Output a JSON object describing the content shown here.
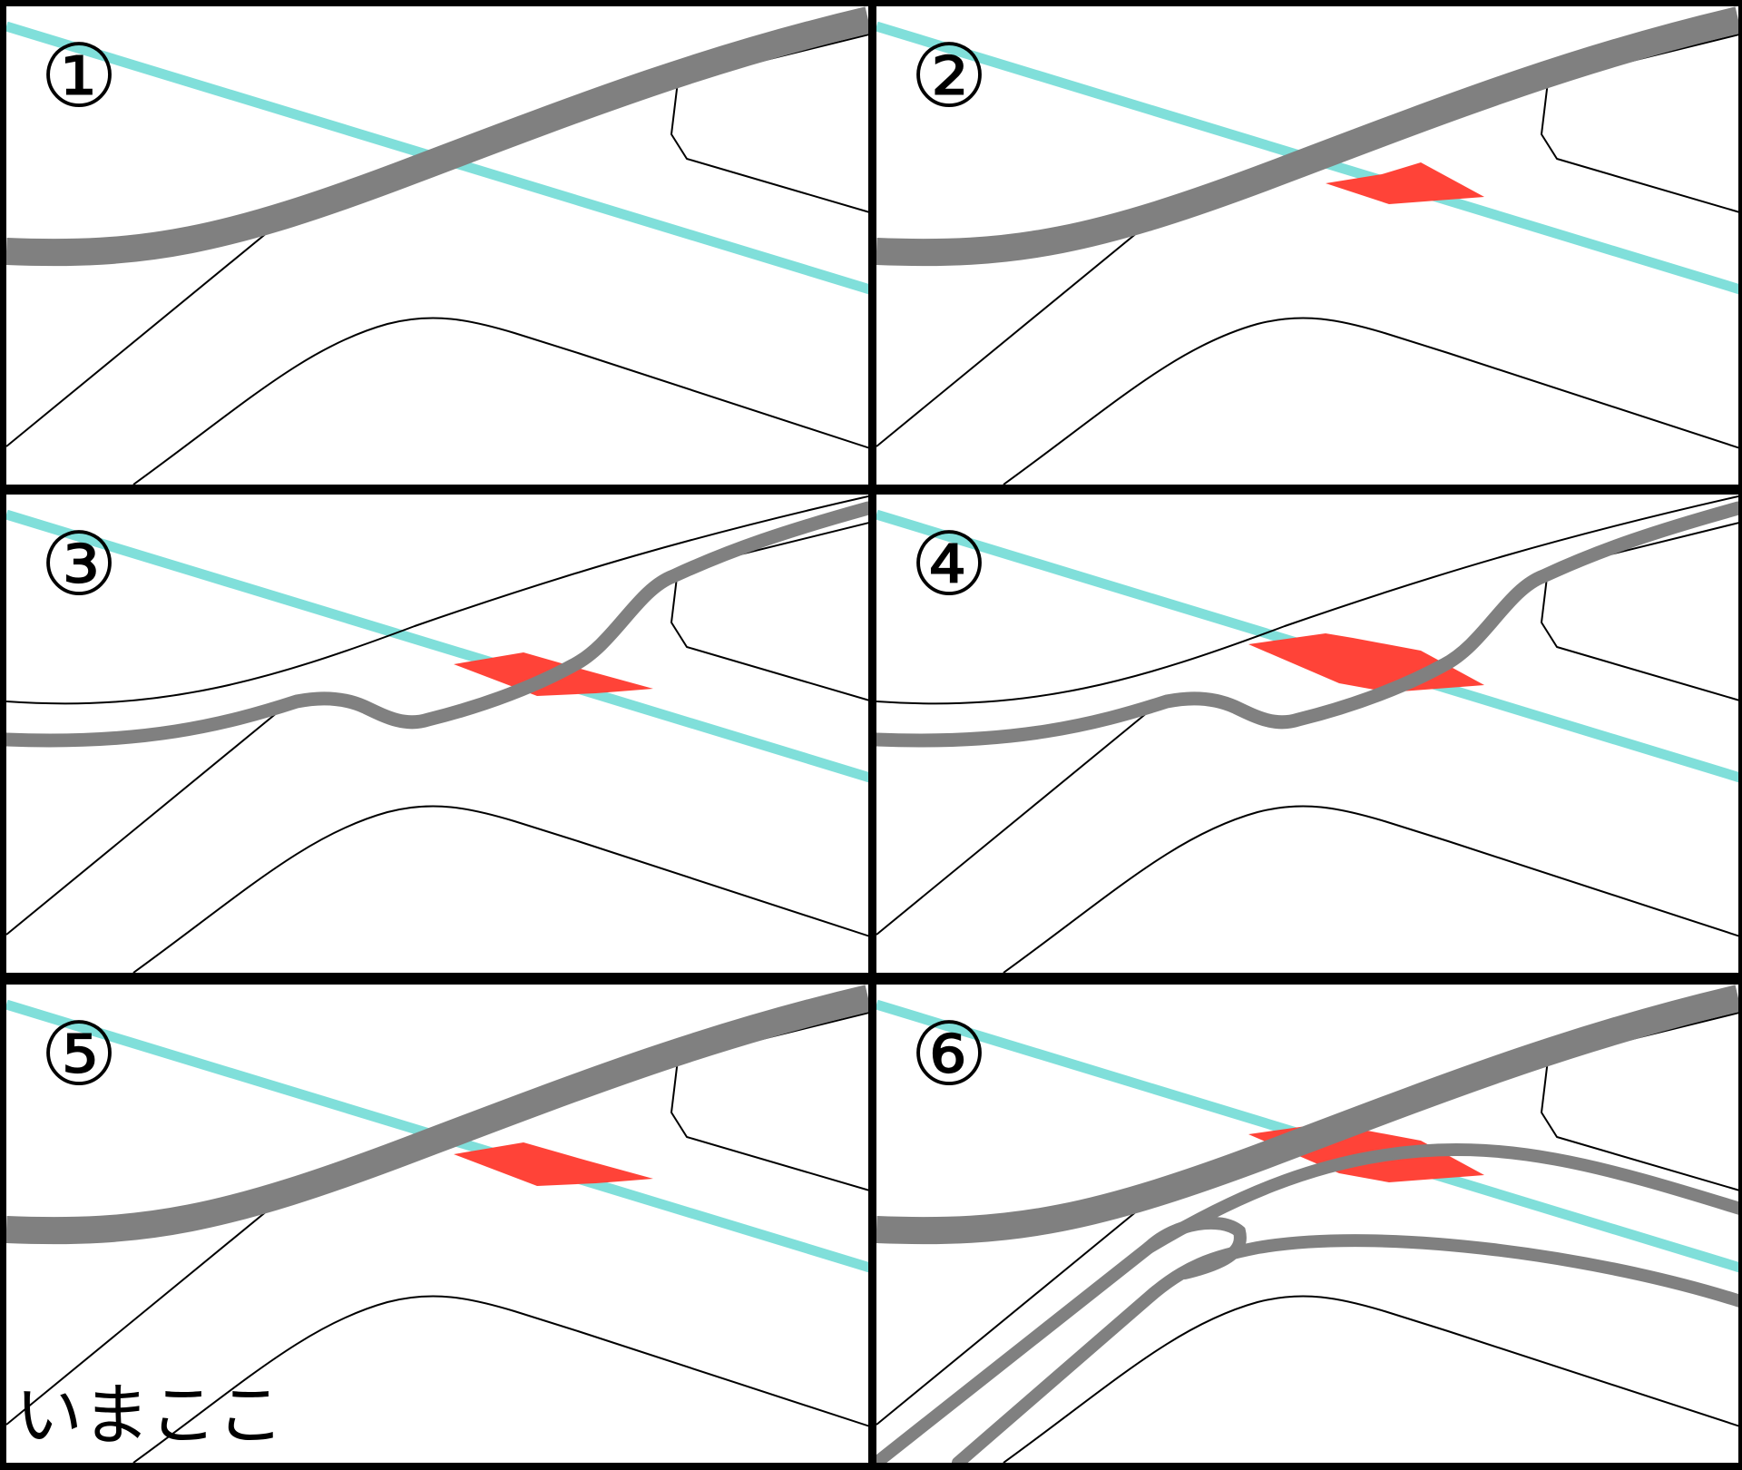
{
  "panels": [
    {
      "label": "①",
      "variant": "base",
      "overlay": "none",
      "note": ""
    },
    {
      "label": "②",
      "variant": "base",
      "overlay": "small",
      "note": ""
    },
    {
      "label": "③",
      "variant": "detour",
      "overlay": "medium",
      "note": ""
    },
    {
      "label": "④",
      "variant": "detour",
      "overlay": "large",
      "note": ""
    },
    {
      "label": "⑤",
      "variant": "base",
      "overlay": "medium",
      "note": "いまここ"
    },
    {
      "label": "⑥",
      "variant": "final",
      "overlay": "large",
      "note": ""
    }
  ],
  "colors": {
    "background": "#ffffff",
    "grid": "#000000",
    "road": "#808080",
    "rail": "#80dfda",
    "highlight": "#ff4338",
    "outline": "#000000"
  }
}
